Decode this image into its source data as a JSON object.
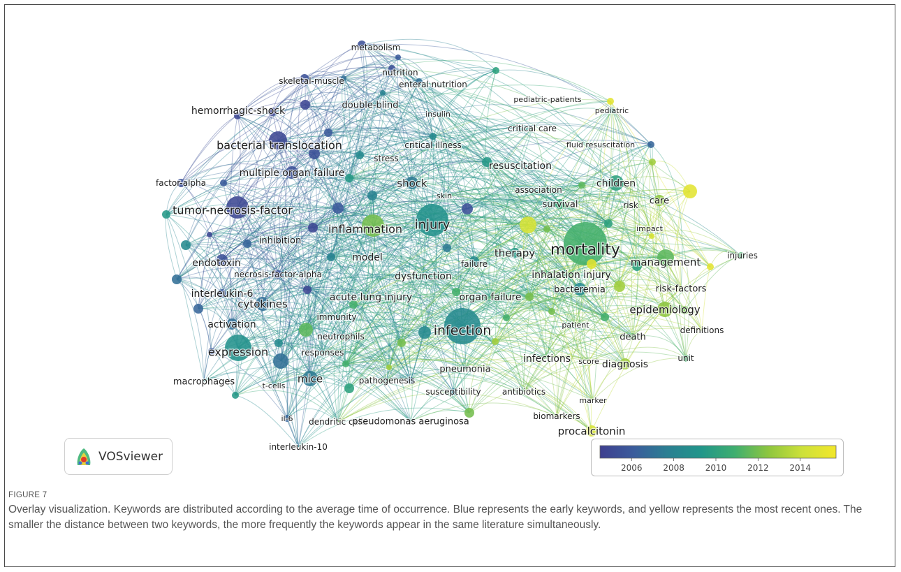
{
  "figure": {
    "label": "FIGURE 7",
    "caption": "Overlay visualization. Keywords are distributed according to the average time of occurrence. Blue represents the early keywords, and yellow represents the most recent ones. The smaller the distance between two keywords, the more frequently the keywords appear in the same literature simultaneously."
  },
  "logo": {
    "text": "VOSviewer",
    "icon": "vosviewer-logo-icon"
  },
  "legend": {
    "ticks": [
      "2006",
      "2008",
      "2010",
      "2012",
      "2014"
    ],
    "tick_values": [
      2006,
      2008,
      2010,
      2012,
      2014
    ],
    "range": [
      2004.5,
      2015.7
    ],
    "gradient": [
      "#3e3f8f",
      "#3b5c9c",
      "#2b7f92",
      "#21968a",
      "#3fae6f",
      "#8ec63f",
      "#cde13a",
      "#f2e72b"
    ]
  },
  "colors": {
    "early": "#4a3f9a",
    "recent": "#f4e52a",
    "edge_blue": "#7fa2d6",
    "edge_green": "#9bd49a",
    "edge_yellow": "#ece074"
  },
  "network": {
    "nodes": [
      {
        "label": "metabolism",
        "year": 2005.5
      },
      {
        "label": "nutrition",
        "year": 2008.0
      },
      {
        "label": "skeletal-muscle",
        "year": 2005.5
      },
      {
        "label": "enteral nutrition",
        "year": 2007.0
      },
      {
        "label": "pediatric-patients",
        "year": 2015.0
      },
      {
        "label": "hemorrhagic-shock",
        "year": 2005.0
      },
      {
        "label": "double-blind",
        "year": 2007.5
      },
      {
        "label": "insulin",
        "year": 2008.0
      },
      {
        "label": "pediatric",
        "year": 2009.5
      },
      {
        "label": "critical care",
        "year": 2011.0
      },
      {
        "label": "bacterial translocation",
        "year": 2005.0
      },
      {
        "label": "fluid resuscitation",
        "year": 2006.5
      },
      {
        "label": "stress",
        "year": 2008.5
      },
      {
        "label": "critical illness",
        "year": 2008.0
      },
      {
        "label": "resuscitation",
        "year": 2009.5
      },
      {
        "label": "multiple organ failure",
        "year": 2005.5
      },
      {
        "label": "factor-alpha",
        "year": 2005.5
      },
      {
        "label": "children",
        "year": 2010.0
      },
      {
        "label": "shock",
        "year": 2007.5
      },
      {
        "label": "association",
        "year": 2011.5
      },
      {
        "label": "skin",
        "year": 2009.5
      },
      {
        "label": "survival",
        "year": 2010.5
      },
      {
        "label": "risk",
        "year": 2012.0
      },
      {
        "label": "care",
        "year": 2012.5
      },
      {
        "label": "tumor-necrosis-factor",
        "year": 2005.0
      },
      {
        "label": "injury",
        "year": 2009.0
      },
      {
        "label": "inflammation",
        "year": 2012.0
      },
      {
        "label": "impact",
        "year": 2014.5
      },
      {
        "label": "mortality",
        "year": 2011.0
      },
      {
        "label": "inhibition",
        "year": 2006.5
      },
      {
        "label": "therapy",
        "year": 2009.5
      },
      {
        "label": "endotoxin",
        "year": 2005.5
      },
      {
        "label": "model",
        "year": 2008.0
      },
      {
        "label": "management",
        "year": 2011.5
      },
      {
        "label": "injuries",
        "year": 2011.0
      },
      {
        "label": "failure",
        "year": 2008.5
      },
      {
        "label": "necrosis-factor-alpha",
        "year": 2005.5
      },
      {
        "label": "dysfunction",
        "year": 2010.0
      },
      {
        "label": "inhalation injury",
        "year": 2011.5
      },
      {
        "label": "interleukin-6",
        "year": 2006.0
      },
      {
        "label": "bacteremia",
        "year": 2008.5
      },
      {
        "label": "risk-factors",
        "year": 2013.0
      },
      {
        "label": "cytokines",
        "year": 2007.0
      },
      {
        "label": "acute lung injury",
        "year": 2009.0
      },
      {
        "label": "organ failure",
        "year": 2010.5
      },
      {
        "label": "epidemiology",
        "year": 2012.5
      },
      {
        "label": "immunity",
        "year": 2010.5
      },
      {
        "label": "activation",
        "year": 2007.0
      },
      {
        "label": "infection",
        "year": 2008.5
      },
      {
        "label": "patient",
        "year": 2012.5
      },
      {
        "label": "definitions",
        "year": 2014.0
      },
      {
        "label": "neutrophils",
        "year": 2009.0
      },
      {
        "label": "death",
        "year": 2011.5
      },
      {
        "label": "expression",
        "year": 2009.0
      },
      {
        "label": "responses",
        "year": 2009.5
      },
      {
        "label": "infections",
        "year": 2011.5
      },
      {
        "label": "score",
        "year": 2013.5
      },
      {
        "label": "diagnosis",
        "year": 2013.0
      },
      {
        "label": "unit",
        "year": 2011.0
      },
      {
        "label": "pneumonia",
        "year": 2009.5
      },
      {
        "label": "macrophages",
        "year": 2007.5
      },
      {
        "label": "mice",
        "year": 2007.5
      },
      {
        "label": "pathogenesis",
        "year": 2009.5
      },
      {
        "label": "t-cells",
        "year": 2008.5
      },
      {
        "label": "susceptibility",
        "year": 2007.5
      },
      {
        "label": "antibiotics",
        "year": 2012.0
      },
      {
        "label": "marker",
        "year": 2014.0
      },
      {
        "label": "il-6",
        "year": 2006.5
      },
      {
        "label": "dendritic cells",
        "year": 2011.5
      },
      {
        "label": "pseudomonas aeruginosa",
        "year": 2010.0
      },
      {
        "label": "biomarkers",
        "year": 2014.0
      },
      {
        "label": "procalcitonin",
        "year": 2014.5
      },
      {
        "label": "interleukin-10",
        "year": 2007.5
      }
    ]
  }
}
